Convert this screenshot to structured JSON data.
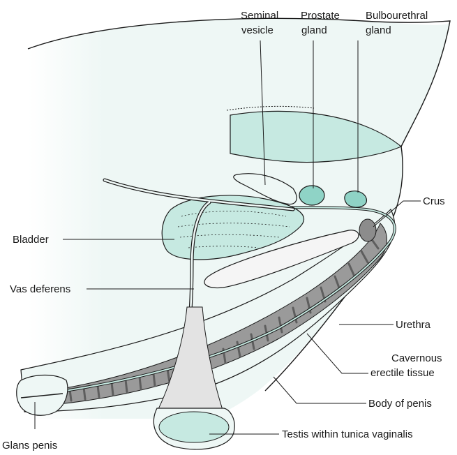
{
  "labels": {
    "seminal_vesicle": [
      "Seminal",
      "vesicle"
    ],
    "prostate_gland": [
      "Prostate",
      "gland"
    ],
    "bulbourethral_gland": [
      "Bulbourethral",
      "gland"
    ],
    "crus": "Crus",
    "bladder": "Bladder",
    "vas_deferens": "Vas deferens",
    "urethra": "Urethra",
    "cavernous_erectile_tissue": [
      "Cavernous",
      "erectile tissue"
    ],
    "body_of_penis": "Body of penis",
    "testis": "Testis within tunica vaginalis",
    "glans_penis": "Glans penis"
  },
  "colors": {
    "fill_light": "#eef7f5",
    "fill_teal": "#c6e9e1",
    "fill_teal_dark": "#8fd3c6",
    "erectile_gray": "#8c8c8c",
    "erectile_dark": "#5e5e5e",
    "outline": "#1a1a1a"
  }
}
